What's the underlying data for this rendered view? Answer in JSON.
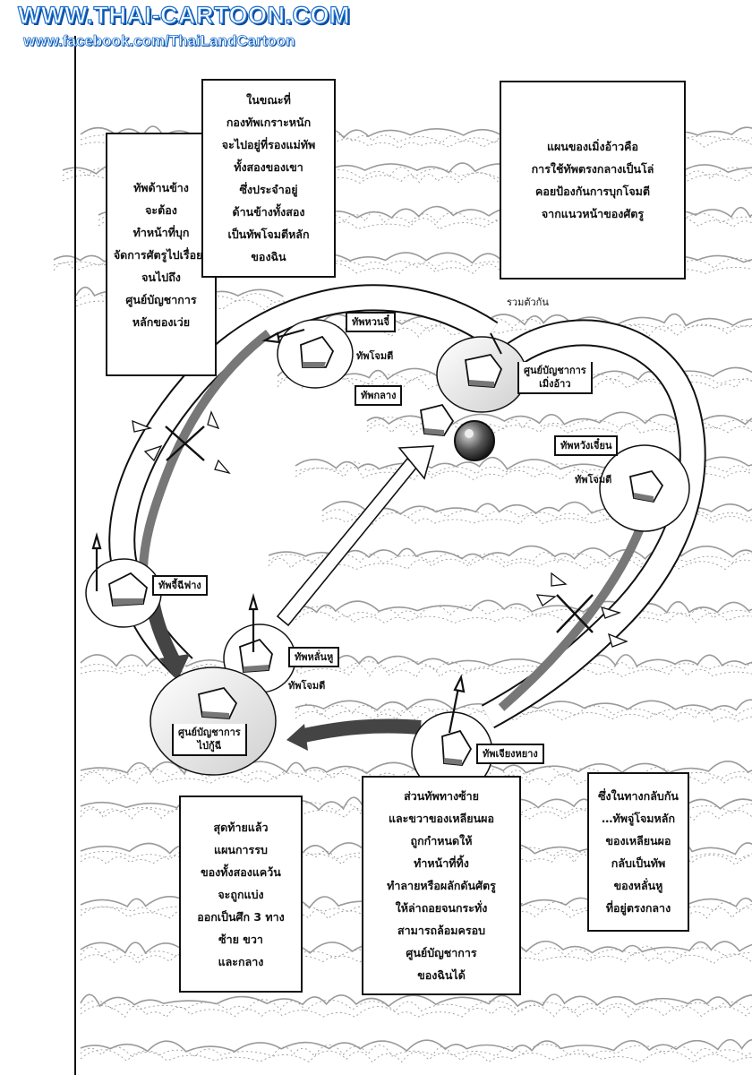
{
  "watermark": {
    "site": "WWW.THAI-CARTOON.COM",
    "facebook": "www.facebook.com/ThaiLandCartoon"
  },
  "narration": {
    "top_left": "ทัพด้านข้าง\nจะต้อง\nทำหน้าที่บุก\nจัดการศัตรูไปเรื่อยๆ\nจนไปถึง\nศูนย์บัญชาการ\nหลักของเว่ย",
    "top_middle": "ในขณะที่\nกองทัพเกราะหนัก\nจะไปอยู่ที่รองแม่ทัพ\nทั้งสองของเขา\nซึ่งประจำอยู่\nด้านข้างทั้งสอง\nเป็นทัพโจมตีหลัก\nของฉิน",
    "top_right": "แผนของเมิ่งอ้าวคือ\nการใช้ทัพตรงกลางเป็นโล่\nคอยป้องกันการบุกโจมตี\nจากแนวหน้าของศัตรู",
    "bottom_left": "สุดท้ายแล้ว\nแผนการรบ\nของทั้งสองแคว้น\nจะถูกแบ่ง\nออกเป็นศึก 3 ทาง\nซ้าย ขวา\nและกลาง",
    "bottom_middle": "ส่วนทัพทางซ้าย\nและขวาของเหลียนผอ\nถูกกำหนดให้\nทำหน้าที่ทิ้ง\nทำลายหรือผลักดันศัตรู\nให้ล่าถอยจนกระทั่ง\nสามารถล้อมครอบ\nศูนย์บัญชาการ\nของฉินได้",
    "bottom_right": "ซึ่งในทางกลับกัน\n…ทัพจู่โจมหลัก\nของเหลียนผอ\nกลับเป็นทัพ\nของหลั่นหู\nที่อยู่ตรงกลาง"
  },
  "labels": {
    "huan_qi": "ทัพหวนจี๋",
    "attack_army_1": "ทัพโจมตี",
    "gather": "รวมตัวกัน",
    "meng_ao_hq": "ศูนย์บัญชาการ\nเมิ่งอ้าว",
    "center_army": "ทัพกลาง",
    "wang_jian": "ทัพหวังเจี๋ยน",
    "attack_army_2": "ทัพโจมตี",
    "ji_shi_fang": "ทัพจี้ฉีฟาง",
    "lun_hu": "ทัพหลั่นหู",
    "attack_army_3": "ทัพโจมตี",
    "jiang_yao": "ทัพเจียงหยาง",
    "wei_hq": "ศูนย์บัญชาการ\nไป่กู้ฉี"
  },
  "icons": [
    "mountain-texture",
    "army-block-icon",
    "spear-icon",
    "shield-icon",
    "crossed-spears-icon",
    "curved-arrow-icon",
    "spark-icon"
  ],
  "colors": {
    "ink": "#111111",
    "paper": "#ffffff",
    "mountain": "#9a9a9a",
    "watermark_blue": "#1a6fcf"
  }
}
